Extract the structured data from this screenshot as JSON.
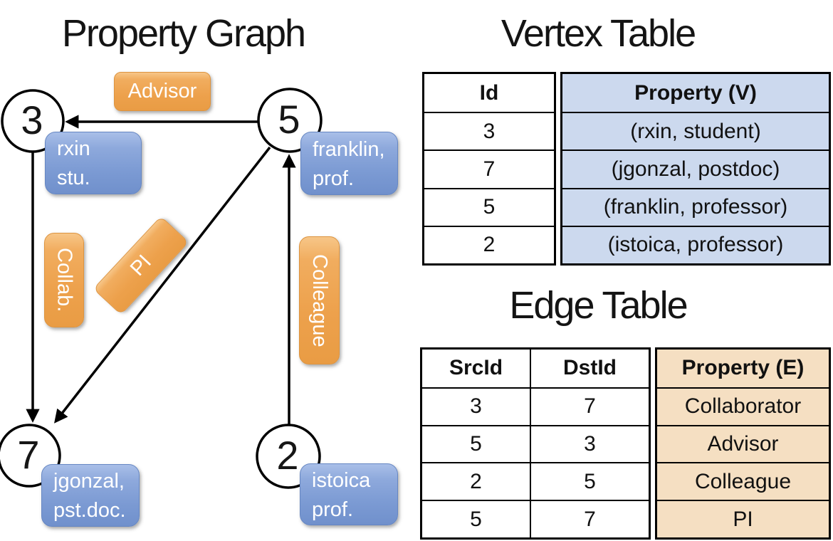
{
  "titles": {
    "graph": "Property Graph",
    "vertex": "Vertex Table",
    "edge": "Edge Table"
  },
  "graph": {
    "nodes": [
      {
        "id": "3",
        "line1": "rxin",
        "line2": "stu."
      },
      {
        "id": "5",
        "line1": "franklin,",
        "line2": "prof."
      },
      {
        "id": "7",
        "line1": "jgonzal,",
        "line2": "pst.doc."
      },
      {
        "id": "2",
        "line1": "istoica",
        "line2": "prof."
      }
    ],
    "edge_labels": {
      "advisor": "Advisor",
      "collab": "Collab.",
      "pi": "PI",
      "colleague": "Colleague"
    }
  },
  "vertex_table": {
    "headers": {
      "id": "Id",
      "property": "Property (V)"
    },
    "rows": [
      {
        "id": "3",
        "property": "(rxin, student)"
      },
      {
        "id": "7",
        "property": "(jgonzal, postdoc)"
      },
      {
        "id": "5",
        "property": "(franklin, professor)"
      },
      {
        "id": "2",
        "property": "(istoica, professor)"
      }
    ]
  },
  "edge_table": {
    "headers": {
      "src": "SrcId",
      "dst": "DstId",
      "property": "Property (E)"
    },
    "rows": [
      {
        "src": "3",
        "dst": "7",
        "property": "Collaborator"
      },
      {
        "src": "5",
        "dst": "3",
        "property": "Advisor"
      },
      {
        "src": "2",
        "dst": "5",
        "property": "Colleague"
      },
      {
        "src": "5",
        "dst": "7",
        "property": "PI"
      }
    ]
  },
  "colors": {
    "edge_label_fill": "#EDA14C",
    "vertex_prop_fill": "#7B9AD3",
    "vertex_table_fill": "#CCD9EE",
    "edge_table_fill": "#F5DFC2",
    "line": "#000000"
  }
}
